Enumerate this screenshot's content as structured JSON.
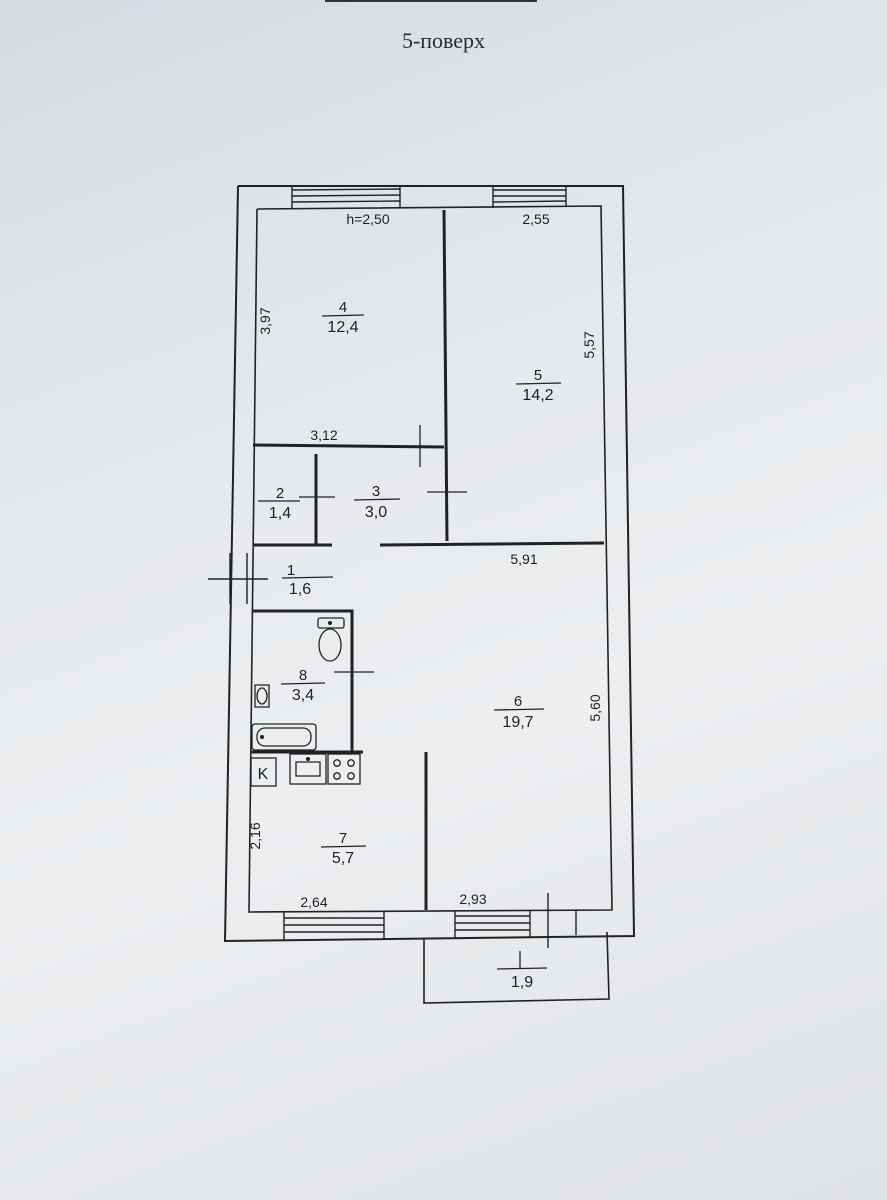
{
  "title": "5-поверх",
  "ceiling_height": "h=2,50",
  "rooms": [
    {
      "id": "room-1",
      "number": "1",
      "area": "1,6"
    },
    {
      "id": "room-2",
      "number": "2",
      "area": "1,4"
    },
    {
      "id": "room-3",
      "number": "3",
      "area": "3,0"
    },
    {
      "id": "room-4",
      "number": "4",
      "area": "12,4"
    },
    {
      "id": "room-5",
      "number": "5",
      "area": "14,2"
    },
    {
      "id": "room-6",
      "number": "6",
      "area": "19,7"
    },
    {
      "id": "room-7",
      "number": "7",
      "area": "5,7"
    },
    {
      "id": "room-8",
      "number": "8",
      "area": "3,4"
    },
    {
      "id": "balcony",
      "number": "",
      "area": "1,9"
    }
  ],
  "dimensions": {
    "room4_width": "2,55",
    "room4_depth": "3,97",
    "room5_depth": "5,57",
    "room4_bottom": "3,12",
    "room6_top": "5,91",
    "room6_depth": "5,60",
    "kitchen_depth": "2,16",
    "kitchen_width": "2,64",
    "room6_bottom": "2,93"
  },
  "kitchen_marker": "K"
}
